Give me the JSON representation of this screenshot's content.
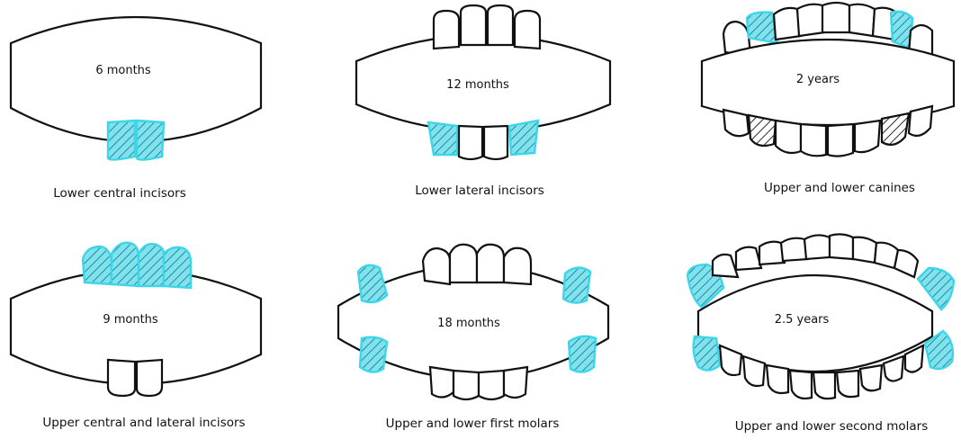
{
  "colors": {
    "new_tooth": "#7fe3ef",
    "new_tooth_border": "#3dd6e8",
    "outline": "#111111"
  },
  "stages": [
    {
      "age": "6 months",
      "caption": "Lower central incisors"
    },
    {
      "age": "12 months",
      "caption": "Lower lateral incisors"
    },
    {
      "age": "2 years",
      "caption": "Upper and lower canines"
    },
    {
      "age": "9 months",
      "caption": "Upper central and lateral incisors"
    },
    {
      "age": "18 months",
      "caption": "Upper and lower first molars"
    },
    {
      "age": "2.5 years",
      "caption": "Upper and lower second molars"
    }
  ]
}
